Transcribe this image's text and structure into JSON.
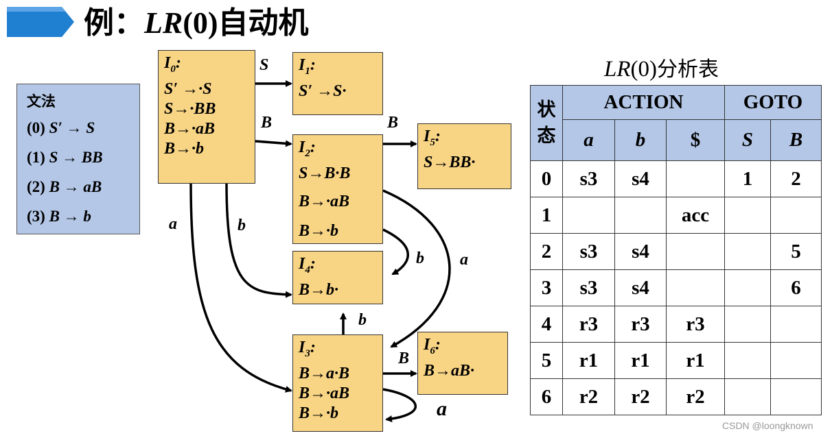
{
  "title": {
    "prefix": "例：",
    "lr": "LR",
    "paren": "(0)",
    "suffix": "自动机"
  },
  "grammar": {
    "heading": "文法",
    "rules": [
      {
        "num": "(0)",
        "lhs": "S′",
        "arrow": "→",
        "rhs": "S"
      },
      {
        "num": "(1)",
        "lhs": "S",
        "arrow": "→",
        "rhs": "BB"
      },
      {
        "num": "(2)",
        "lhs": "B",
        "arrow": "→",
        "rhs": "aB"
      },
      {
        "num": "(3)",
        "lhs": "B",
        "arrow": "→",
        "rhs": "b"
      }
    ]
  },
  "states": {
    "I0": {
      "name": "I",
      "sub": "0",
      "items": [
        "S′ →·S",
        "S→·BB",
        "B→·aB",
        "B→·b"
      ]
    },
    "I1": {
      "name": "I",
      "sub": "1",
      "items": [
        "S′ →S·"
      ]
    },
    "I2": {
      "name": "I",
      "sub": "2",
      "items": [
        "S→B·B",
        "B→·aB",
        "B→·b"
      ]
    },
    "I3": {
      "name": "I",
      "sub": "3",
      "items": [
        "B→a·B",
        "B→·aB",
        "B→·b"
      ]
    },
    "I4": {
      "name": "I",
      "sub": "4",
      "items": [
        "B→b·"
      ]
    },
    "I5": {
      "name": "I",
      "sub": "5",
      "items": [
        "S→BB·"
      ]
    },
    "I6": {
      "name": "I",
      "sub": "6",
      "items": [
        "B→aB·"
      ]
    }
  },
  "transitions": [
    {
      "from": "I0",
      "to": "I1",
      "symbol": "S"
    },
    {
      "from": "I0",
      "to": "I2",
      "symbol": "B"
    },
    {
      "from": "I2",
      "to": "I5",
      "symbol": "B"
    },
    {
      "from": "I0",
      "to": "I3",
      "symbol": "a"
    },
    {
      "from": "I0",
      "to": "I4",
      "symbol": "b"
    },
    {
      "from": "I2",
      "to": "I4",
      "symbol": "b"
    },
    {
      "from": "I2",
      "to": "I3",
      "symbol": "a"
    },
    {
      "from": "I3",
      "to": "I4",
      "symbol": "b"
    },
    {
      "from": "I3",
      "to": "I6",
      "symbol": "B"
    },
    {
      "from": "I3",
      "to": "I3",
      "symbol": "a"
    }
  ],
  "table": {
    "caption": {
      "lr": "LR",
      "paren": "(0)",
      "text": "分析表"
    },
    "state_header": [
      "状",
      "态"
    ],
    "action_header": "ACTION",
    "goto_header": "GOTO",
    "action_cols": [
      "a",
      "b",
      "$"
    ],
    "goto_cols": [
      "S",
      "B"
    ],
    "rows": [
      [
        "0",
        "s3",
        "s4",
        "",
        "1",
        "2"
      ],
      [
        "1",
        "",
        "",
        "acc",
        "",
        ""
      ],
      [
        "2",
        "s3",
        "s4",
        "",
        "",
        "5"
      ],
      [
        "3",
        "s3",
        "s4",
        "",
        "",
        "6"
      ],
      [
        "4",
        "r3",
        "r3",
        "r3",
        "",
        ""
      ],
      [
        "5",
        "r1",
        "r1",
        "r1",
        "",
        ""
      ],
      [
        "6",
        "r2",
        "r2",
        "r2",
        "",
        ""
      ]
    ]
  },
  "watermark": "CSDN @loongknown",
  "colors": {
    "state_fill": "#f8d485",
    "grammar_fill": "#b4c7e7",
    "header_fill": "#b4c7e7",
    "banner": "#1f7fd0"
  }
}
